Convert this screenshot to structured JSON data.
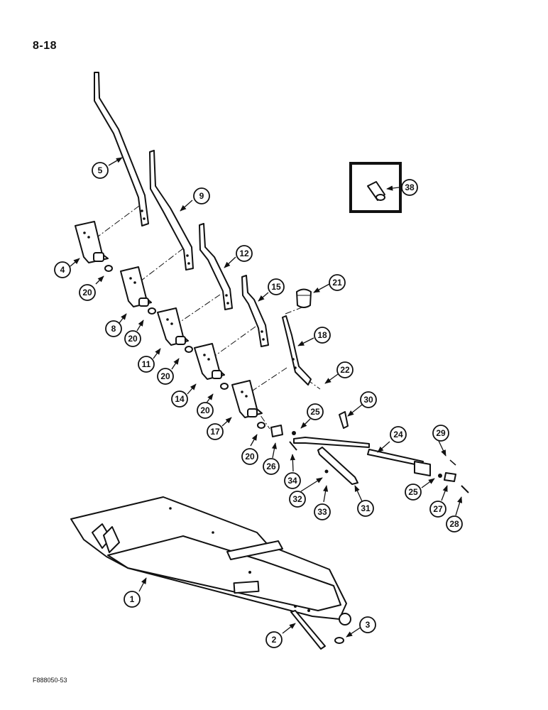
{
  "page_number": "8-18",
  "figure_code": "F888050-53",
  "colors": {
    "ink": "#111111",
    "paper": "#ffffff"
  },
  "callouts": [
    "1",
    "2",
    "3",
    "4",
    "5",
    "8",
    "9",
    "11",
    "12",
    "14",
    "15",
    "17",
    "18",
    "20",
    "20",
    "20",
    "20",
    "20",
    "21",
    "22",
    "24",
    "25",
    "25",
    "26",
    "27",
    "28",
    "29",
    "30",
    "31",
    "32",
    "33",
    "34",
    "38"
  ]
}
